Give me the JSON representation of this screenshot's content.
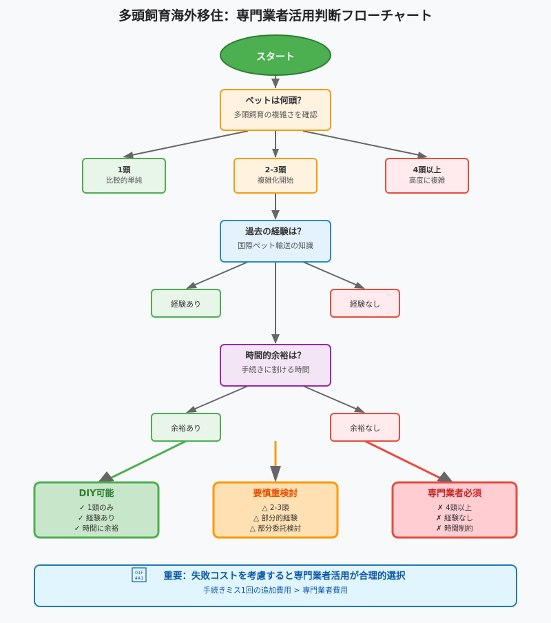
{
  "title": "多頭飼育海外移住：専門業者活用判断フローチャート",
  "start": {
    "label": "スタート"
  },
  "q1": {
    "title": "ペットは何頭？",
    "subtitle": "多頭飼育の複雑さを確認"
  },
  "pet_count": {
    "one": {
      "title": "1頭",
      "subtitle": "比較的単純"
    },
    "few": {
      "title": "2-3頭",
      "subtitle": "複雑化開始"
    },
    "many": {
      "title": "4頭以上",
      "subtitle": "高度に複雑"
    }
  },
  "q2": {
    "title": "過去の経験は？",
    "subtitle": "国際ペット輸送の知識"
  },
  "experience": {
    "yes": "経験あり",
    "no": "経験なし"
  },
  "q3": {
    "title": "時間的余裕は？",
    "subtitle": "手続きに割ける時間"
  },
  "time": {
    "yes": "余裕あり",
    "no": "余裕なし"
  },
  "results": {
    "diy": {
      "title": "DIY可能",
      "lines": [
        "✓ 1頭のみ",
        "✓ 経験あり",
        "✓ 時間に余裕"
      ]
    },
    "careful": {
      "title": "要慎重検討",
      "lines": [
        "△ 2-3頭",
        "△ 部分的経験",
        "△ 部分委託検討"
      ]
    },
    "pro": {
      "title": "専門業者必須",
      "lines": [
        "✗ 4頭以上",
        "✗ 経験なし",
        "✗ 時間制約"
      ]
    }
  },
  "note": {
    "icon": "info-icon",
    "title": "重要：失敗コストを考慮すると専門業者活用が合理的選択",
    "subtitle": "手続きミス1回の追加費用 > 専門業者費用"
  },
  "colors": {
    "background": "#f8f9fa",
    "start_fill": "#4caf50",
    "green_stroke": "#4caf50",
    "green_fill": "#e8f5e9",
    "orange_stroke": "#f39c12",
    "orange_fill": "#fff3e0",
    "red_stroke": "#e74c3c",
    "red_fill": "#ffebee",
    "blue_stroke": "#2e8bc0",
    "blue_fill": "#e3f2fd",
    "purple_stroke": "#9c27b0",
    "purple_fill": "#f3e5f5",
    "arrow": "#666666",
    "note_stroke": "#1f7ab3",
    "note_fill": "#e1f5fe",
    "note_text": "#0d5aa7"
  }
}
